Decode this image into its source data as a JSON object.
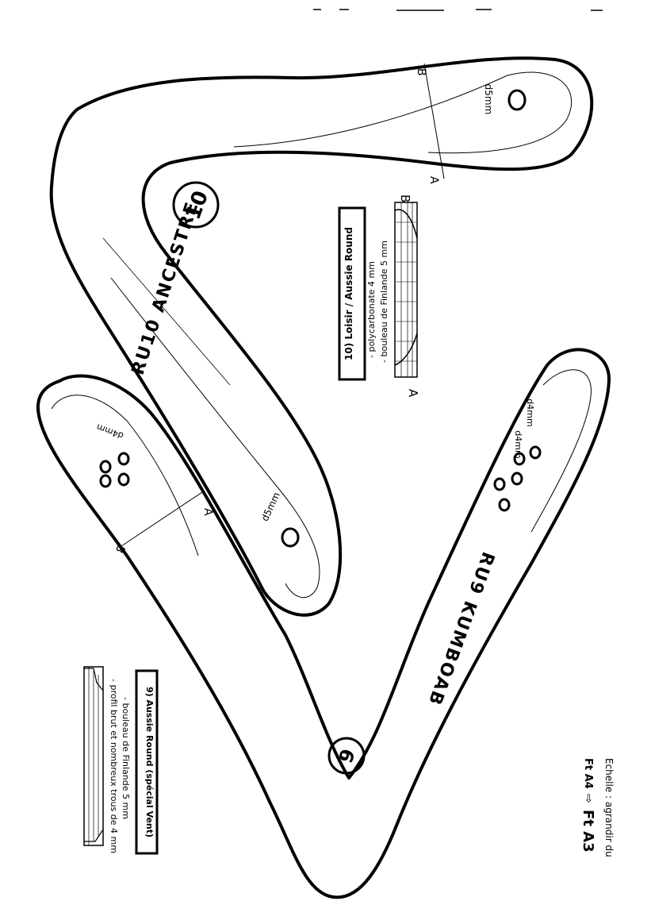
{
  "boomerang_ru10": {
    "number_badge": "10",
    "name": "RU10 ANCESTRE",
    "hole_label_1": "d5mm",
    "hole_label_2": "d5mm",
    "section_marker_a": "A",
    "section_marker_b": "B"
  },
  "boomerang_ru9": {
    "number_badge": "9",
    "name": "RU9 KUMBOAB",
    "hole_label_1": "d4mm",
    "hole_label_2": "d4mm",
    "hole_label_3": "d4mm",
    "section_marker_a": "A",
    "section_marker_b": "B"
  },
  "legend_10": {
    "title": "10) Loisir / Aussie Round",
    "lines": [
      "- polycarbonate 4 mm",
      "- bouleau de Finlande 5 mm"
    ],
    "profile_label_a": "A",
    "profile_label_b": "B"
  },
  "legend_9": {
    "title": "9) Aussie Round (spécial Vent)",
    "lines": [
      "- bouleau de Finlande 5 mm",
      "- profil brut et nombreux trous de 4 mm"
    ]
  },
  "scale_note": {
    "line1": "Echelle : agrandir du",
    "line2": "Ft A4",
    "arrow": "⇨",
    "line3": "Ft A3"
  }
}
